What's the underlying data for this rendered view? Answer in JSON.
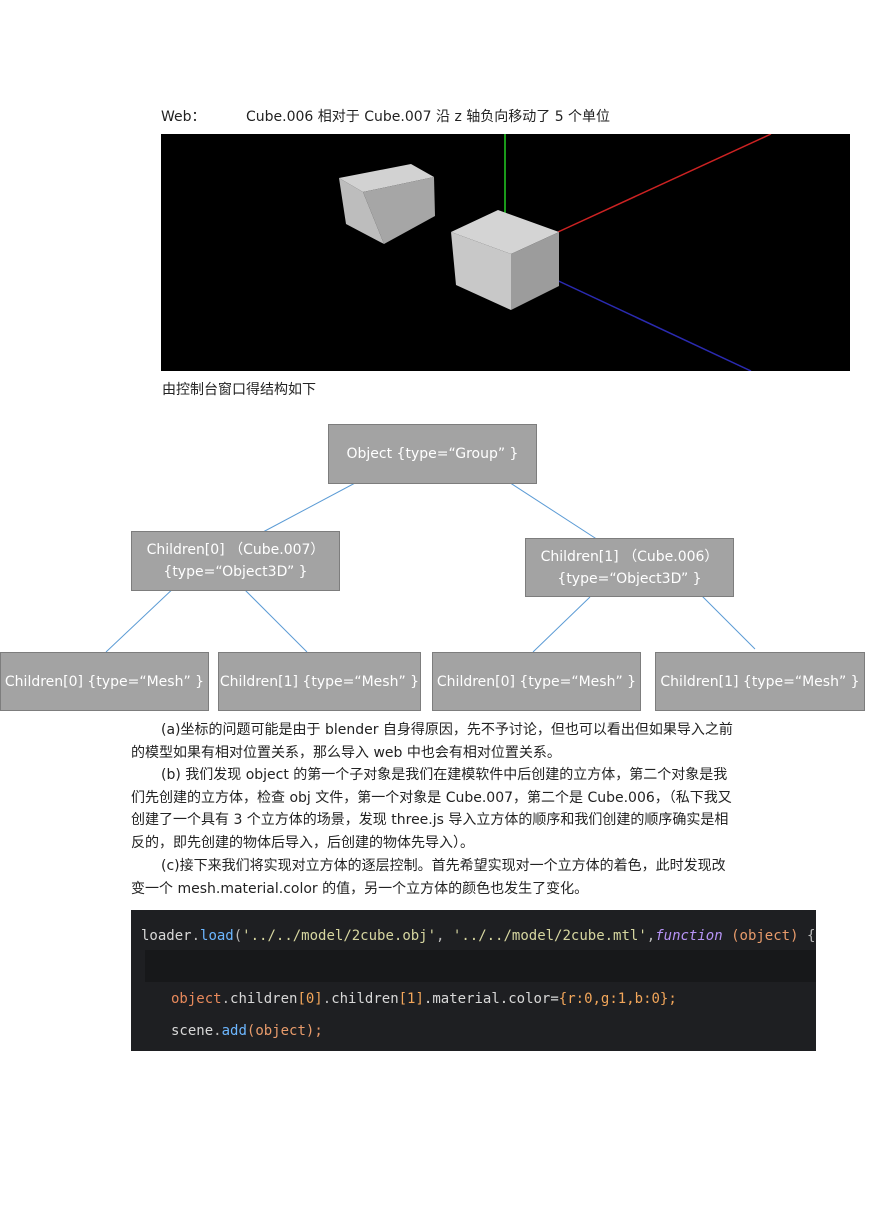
{
  "header": {
    "label": "Web：",
    "text": "Cube.006 相对于 Cube.007 沿 z 轴负向移动了 5 个单位"
  },
  "structure_caption": "由控制台窗口得结构如下",
  "tree": {
    "root": "Object {type=“Group” }",
    "child0": {
      "line1": "Children[0] （Cube.007）",
      "line2": "{type=“Object3D” }"
    },
    "child1": {
      "line1": "Children[1] （Cube.006）",
      "line2": "{type=“Object3D” }"
    },
    "leaves": [
      "Children[0] {type=“Mesh” }",
      "Children[1] {type=“Mesh” }",
      "Children[0] {type=“Mesh” }",
      "Children[1] {type=“Mesh” }"
    ]
  },
  "paragraphs": {
    "a": "(a)坐标的问题可能是由于 blender 自身得原因，先不予讨论，但也可以看出但如果导入之前的模型如果有相对位置关系，那么导入 web 中也会有相对位置关系。",
    "b": "(b) 我们发现 object 的第一个子对象是我们在建模软件中后创建的立方体，第二个对象是我们先创建的立方体，检查 obj 文件，第一个对象是 Cube.007，第二个是 Cube.006，（私下我又创建了一个具有 3 个立方体的场景，发现 three.js 导入立方体的顺序和我们创建的顺序确实是相反的，即先创建的物体后导入，后创建的物体先导入）。",
    "c": "(c)接下来我们将实现对立方体的逐层控制。首先希望实现对一个立方体的着色，此时发现改变一个 mesh.material.color 的值，另一个立方体的颜色也发生了变化。"
  },
  "code": {
    "line1": {
      "loader": "loader",
      "dot": ".",
      "load": "load",
      "open": "(",
      "path1": "'../../model/2cube.obj'",
      "comma1": ", ",
      "path2": "'../../model/2cube.mtl'",
      "comma2": ",",
      "function": "function",
      "params": " (object) ",
      "brace": "{"
    },
    "line3": {
      "object": "object",
      "d1": ".",
      "children1": "children",
      "i0": "[0]",
      "d2": ".",
      "children2": "children",
      "i1": "[1]",
      "rest": ".material.color=",
      "value": "{r:0,g:1,b:0};"
    },
    "line4": {
      "scene": "scene",
      "d": ".",
      "add": "add",
      "args": "(object);"
    }
  },
  "colors": {
    "node_fill": "#a3a3a3",
    "connector": "#5b9bd5",
    "axis_green": "#22cc22",
    "axis_red": "#cc2222",
    "axis_blue": "#2222aa",
    "code_bg": "#1e1f22"
  }
}
